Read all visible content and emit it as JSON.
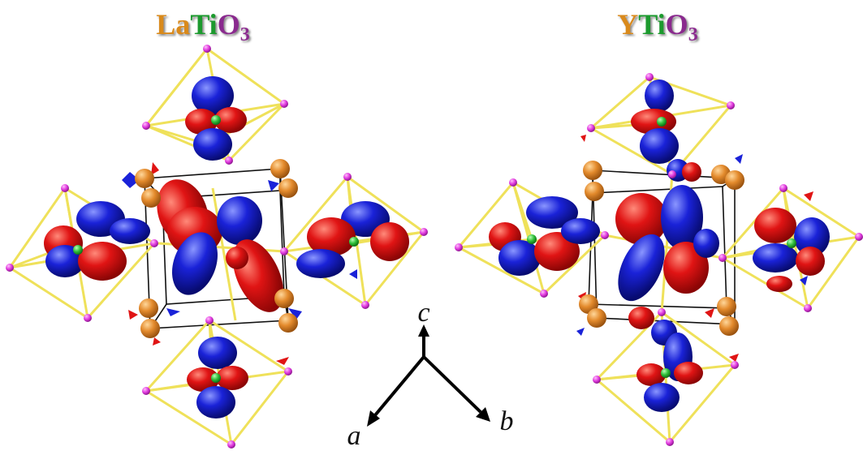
{
  "panels": [
    {
      "formula": [
        {
          "text": "La",
          "color": "#d98a1e"
        },
        {
          "text": "Ti",
          "color": "#1f9a2e"
        },
        {
          "text": "O",
          "color": "#8a2c8e"
        },
        {
          "text": "3",
          "color": "#8a2c8e"
        }
      ]
    },
    {
      "formula": [
        {
          "text": "Y",
          "color": "#d98a1e"
        },
        {
          "text": "Ti",
          "color": "#1f9a2e"
        },
        {
          "text": "O",
          "color": "#8a2c8e"
        },
        {
          "text": "3",
          "color": "#8a2c8e"
        }
      ]
    }
  ],
  "axes": {
    "c_label": "c",
    "a_label": "a",
    "b_label": "b"
  },
  "colors": {
    "orbital_positive": "#e01414",
    "orbital_negative": "#1a22d8",
    "octahedron_edge": "#efe15a",
    "oxygen_atom": "#e23ce0",
    "rare_earth_atom": "#e38a2c",
    "titanium_atom": "#2fbf3a",
    "cell_edge": "#111111"
  }
}
